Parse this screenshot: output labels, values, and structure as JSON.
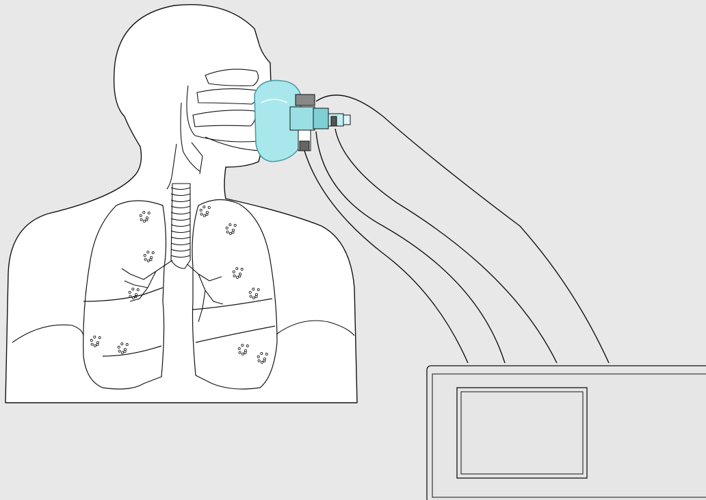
{
  "diagram": {
    "description_visible_text": [],
    "colors": {
      "background": "#e8e8e8",
      "outline": "#111111",
      "mask_fill": "#a8e8ec",
      "mask_stroke": "#4a9aa6",
      "device_fill": "#e6e6e6"
    },
    "components": {
      "patient": "patient-outline",
      "lungs": [
        "left-lung",
        "right-lung"
      ],
      "airway": "trachea",
      "mask": "face-mask",
      "sensor": "flow-sensor-assembly",
      "cables": 4,
      "monitor": "monitor-unit"
    }
  }
}
